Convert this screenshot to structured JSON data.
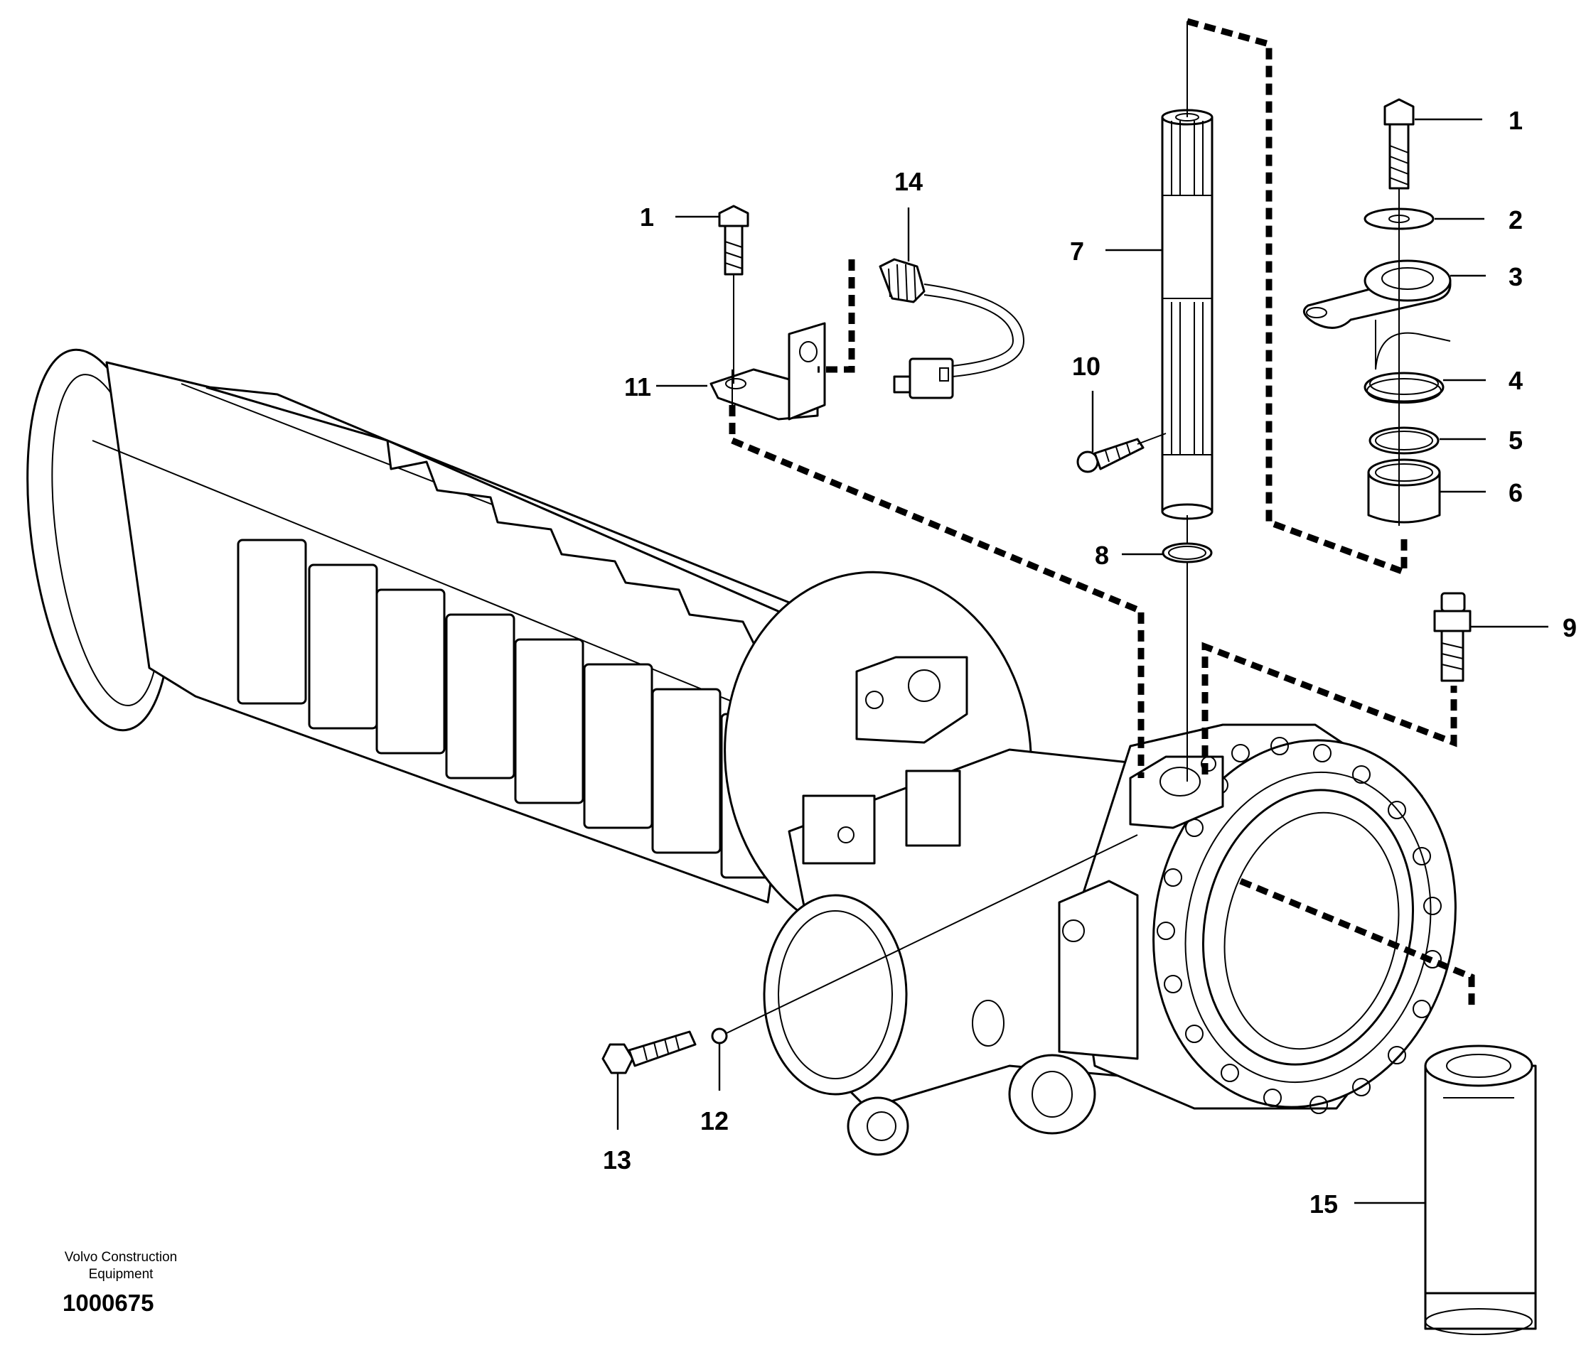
{
  "diagram": {
    "callouts": [
      {
        "id": "c1a",
        "label": "1"
      },
      {
        "id": "c1b",
        "label": "1"
      },
      {
        "id": "c2",
        "label": "2"
      },
      {
        "id": "c3",
        "label": "3"
      },
      {
        "id": "c4",
        "label": "4"
      },
      {
        "id": "c5",
        "label": "5"
      },
      {
        "id": "c6",
        "label": "6"
      },
      {
        "id": "c7",
        "label": "7"
      },
      {
        "id": "c8",
        "label": "8"
      },
      {
        "id": "c9",
        "label": "9"
      },
      {
        "id": "c10",
        "label": "10"
      },
      {
        "id": "c11",
        "label": "11"
      },
      {
        "id": "c12",
        "label": "12"
      },
      {
        "id": "c13",
        "label": "13"
      },
      {
        "id": "c14",
        "label": "14"
      },
      {
        "id": "c15",
        "label": "15"
      }
    ]
  },
  "footer": {
    "company_line1": "Volvo Construction",
    "company_line2": "Equipment",
    "document_number": "1000675"
  }
}
